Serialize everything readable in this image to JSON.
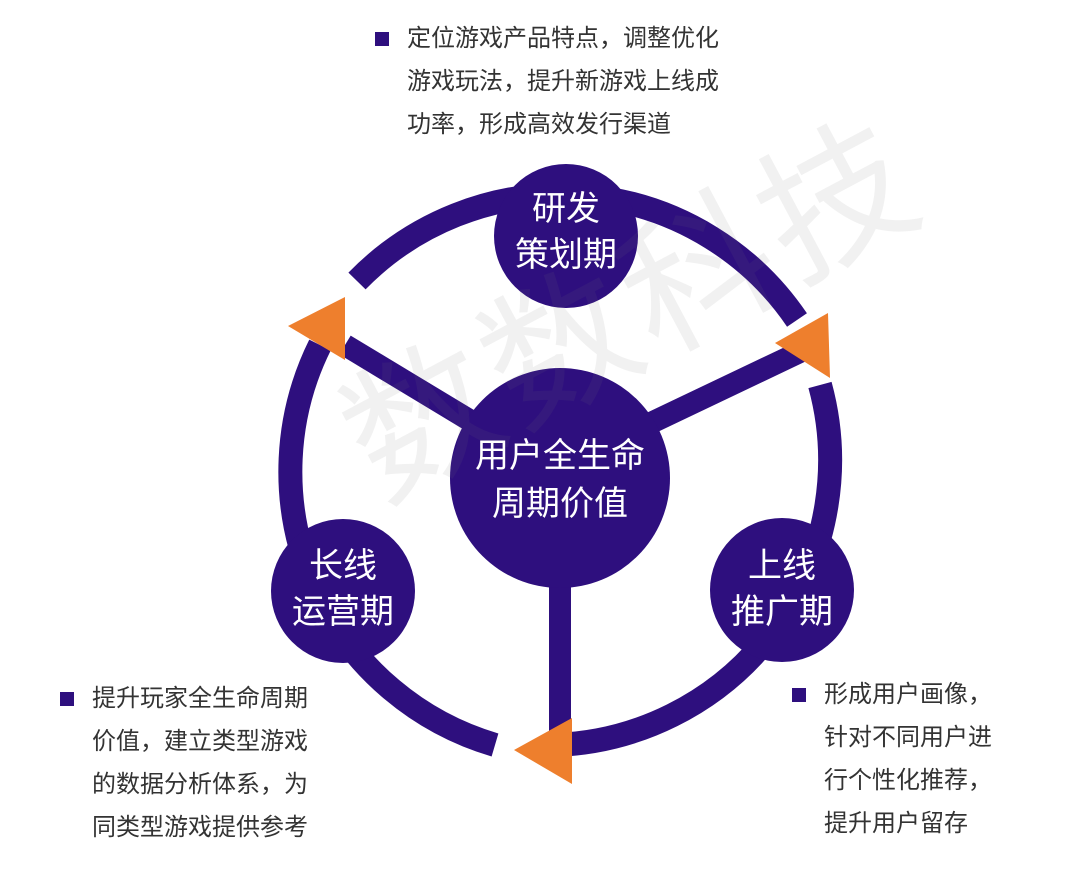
{
  "colors": {
    "primary": "#2e0f7e",
    "accent": "#ee7f2d",
    "text": "#333333",
    "node_text": "#ffffff"
  },
  "center": {
    "line1": "用户全生命",
    "line2": "周期价值"
  },
  "nodes": {
    "top": {
      "line1": "研发",
      "line2": "策划期"
    },
    "right": {
      "line1": "上线",
      "line2": "推广期"
    },
    "left": {
      "line1": "长线",
      "line2": "运营期"
    }
  },
  "descriptions": {
    "top": [
      "定位游戏产品特点，调整优化",
      "游戏玩法，提升新游戏上线成",
      "功率，形成高效发行渠道"
    ],
    "right": [
      "形成用户画像，",
      "针对不同用户进",
      "行个性化推荐，",
      "提升用户留存"
    ],
    "left": [
      "提升玩家全生命周期",
      "价值，建立类型游戏",
      "的数据分析体系，为",
      "同类型游戏提供参考"
    ]
  },
  "watermark": "数数科技"
}
